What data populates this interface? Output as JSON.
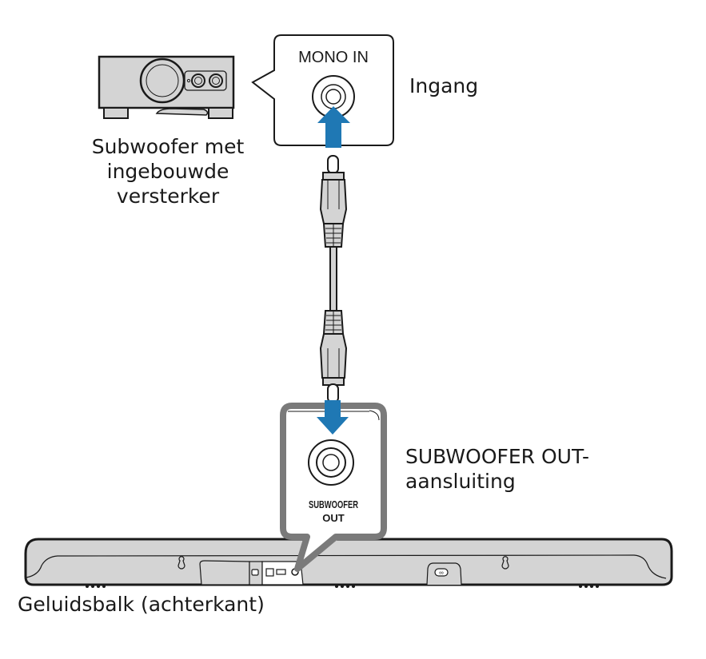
{
  "labels": {
    "subwoofer": [
      "Subwoofer met",
      "ingebouwde",
      "versterker"
    ],
    "input": "Ingang",
    "subwoofer_out": [
      "SUBWOOFER OUT-",
      "aansluiting"
    ],
    "soundbar": "Geluidsbalk (achterkant)"
  },
  "callouts": {
    "mono_in": "MONO IN",
    "subwoofer_out_line1": "SUBWOOFER",
    "subwoofer_out_line2": "OUT"
  },
  "colors": {
    "arrow": "#1f78b4",
    "device_fill": "#d4d4d4",
    "outline": "#1a1a1a",
    "callout_border": "#7a7a7a"
  },
  "arrows": [
    {
      "direction": "up",
      "target": "MONO IN"
    },
    {
      "direction": "down",
      "target": "SUBWOOFER OUT"
    }
  ]
}
